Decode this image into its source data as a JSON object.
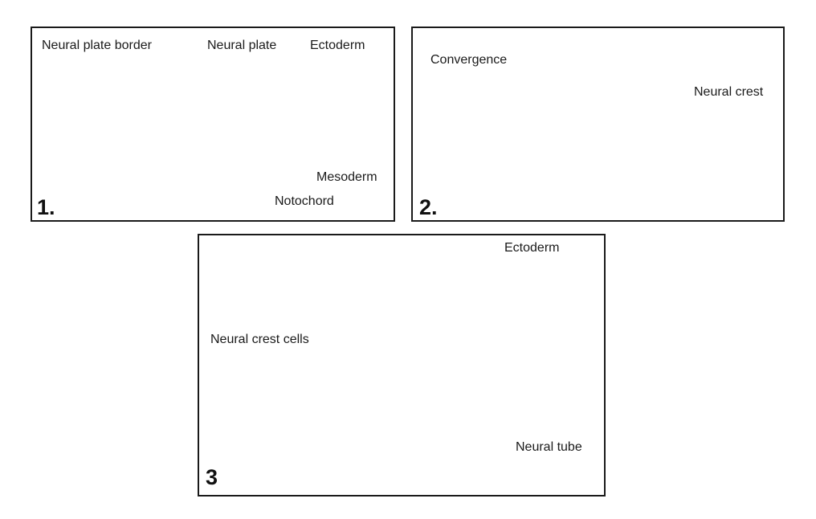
{
  "panels": [
    {
      "number": "1.",
      "labels": {
        "neural_plate_border": "Neural plate border",
        "neural_plate": "Neural plate",
        "ectoderm": "Ectoderm",
        "mesoderm": "Mesoderm",
        "notochord": "Notochord"
      }
    },
    {
      "number": "2.",
      "labels": {
        "convergence": "Convergence",
        "neural_crest": "Neural crest"
      }
    },
    {
      "number": "3",
      "labels": {
        "ectoderm": "Ectoderm",
        "neural_crest_cells": "Neural crest cells",
        "neural_tube": "Neural tube"
      }
    }
  ],
  "colors": {
    "ectoderm": "#3d6aa8",
    "neural_plate": "#a23ba0",
    "neural_crest": "#a6d64a",
    "mesoderm": "#d84a3a",
    "notochord": "#e26a55",
    "arrow": "#cfd3d6"
  }
}
